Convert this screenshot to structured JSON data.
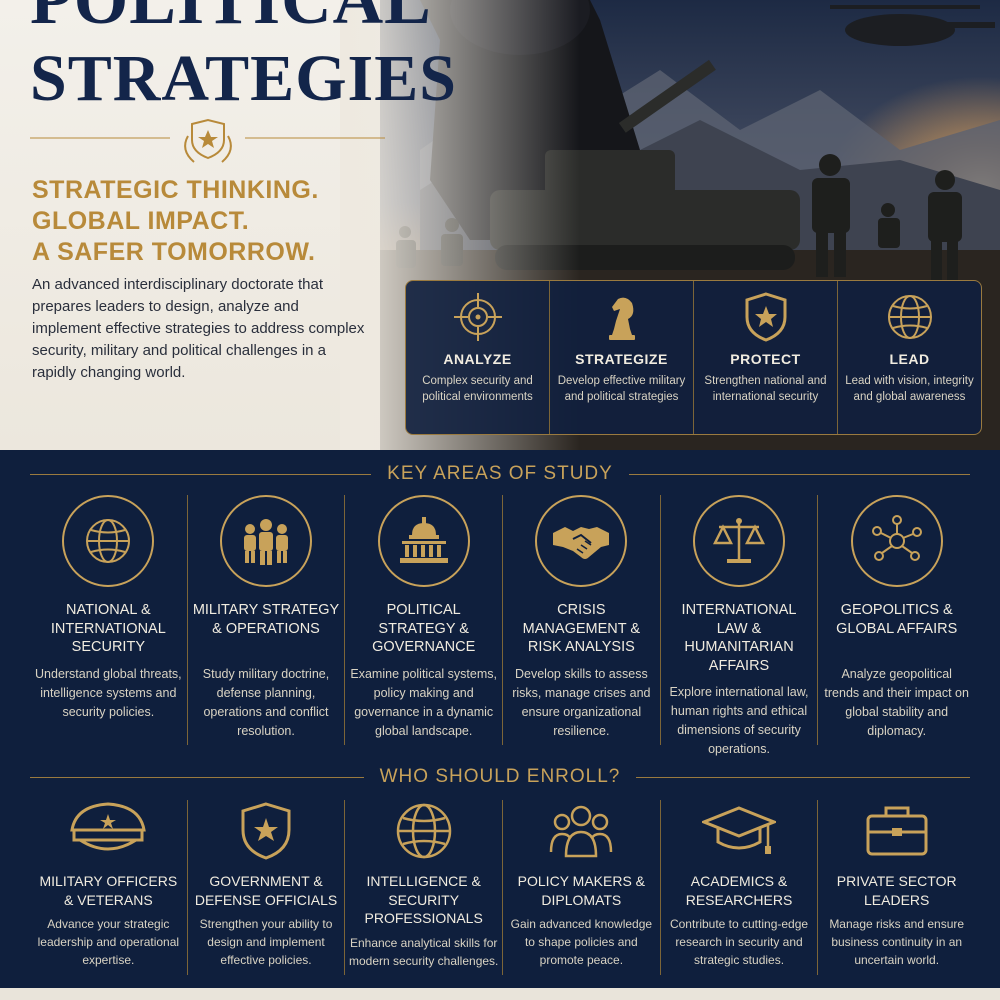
{
  "hero": {
    "title_line1": "POLITICAL",
    "title_line2": "STRATEGIES",
    "tagline": [
      "STRATEGIC THINKING.",
      "GLOBAL IMPACT.",
      "A SAFER TOMORROW."
    ],
    "intro": "An advanced interdisciplinary doctorate that prepares leaders to design, analyze and implement effective strategies to address complex security, military and political challenges in a rapidly changing world."
  },
  "pillars": [
    {
      "icon": "crosshair-icon",
      "title": "ANALYZE",
      "desc": "Complex security and political environments"
    },
    {
      "icon": "chess-knight-icon",
      "title": "STRATEGIZE",
      "desc": "Develop effective military and political strategies"
    },
    {
      "icon": "shield-star-icon",
      "title": "PROTECT",
      "desc": "Strengthen national and international security"
    },
    {
      "icon": "globe-icon",
      "title": "LEAD",
      "desc": "Lead with vision, integrity and global awareness"
    }
  ],
  "key_areas": {
    "heading": "KEY AREAS OF STUDY",
    "items": [
      {
        "icon": "globe-icon",
        "title": "NATIONAL & INTERNATIONAL SECURITY",
        "desc": "Understand global threats, intelligence systems and security policies."
      },
      {
        "icon": "soldiers-icon",
        "title": "MILITARY STRATEGY & OPERATIONS",
        "desc": "Study military doctrine, defense planning, operations and conflict resolution."
      },
      {
        "icon": "capitol-icon",
        "title": "POLITICAL STRATEGY & GOVERNANCE",
        "desc": "Examine political systems, policy making and governance in a dynamic global landscape."
      },
      {
        "icon": "handshake-icon",
        "title": "CRISIS MANAGEMENT & RISK ANALYSIS",
        "desc": "Develop skills to assess risks, manage crises and ensure organizational resilience."
      },
      {
        "icon": "scales-icon",
        "title": "INTERNATIONAL LAW & HUMANITARIAN AFFAIRS",
        "desc": "Explore international law, human rights and ethical dimensions of security operations."
      },
      {
        "icon": "network-icon",
        "title": "GEOPOLITICS & GLOBAL AFFAIRS",
        "desc": "Analyze geopolitical trends and their impact on global stability and diplomacy."
      }
    ]
  },
  "enroll": {
    "heading": "WHO SHOULD ENROLL?",
    "items": [
      {
        "icon": "officer-cap-icon",
        "title": "MILITARY OFFICERS & VETERANS",
        "desc": "Advance your strategic leadership and operational expertise."
      },
      {
        "icon": "shield-star-icon",
        "title": "GOVERNMENT & DEFENSE OFFICIALS",
        "desc": "Strengthen your ability to design and implement effective policies."
      },
      {
        "icon": "globe-icon",
        "title": "INTELLIGENCE & SECURITY PROFESSIONALS",
        "desc": "Enhance analytical skills for modern security challenges."
      },
      {
        "icon": "group-icon",
        "title": "POLICY MAKERS & DIPLOMATS",
        "desc": "Gain advanced knowledge to shape policies and promote peace."
      },
      {
        "icon": "graduation-cap-icon",
        "title": "ACADEMICS & RESEARCHERS",
        "desc": "Contribute to cutting-edge research in security and strategic studies."
      },
      {
        "icon": "briefcase-icon",
        "title": "PRIVATE SECTOR LEADERS",
        "desc": "Manage risks and ensure business continuity in an uncertain world."
      }
    ]
  },
  "colors": {
    "navy": "#0f1f3d",
    "gold": "#c8a25a",
    "title_navy": "#13254a",
    "tagline_gold": "#b88a3a"
  }
}
